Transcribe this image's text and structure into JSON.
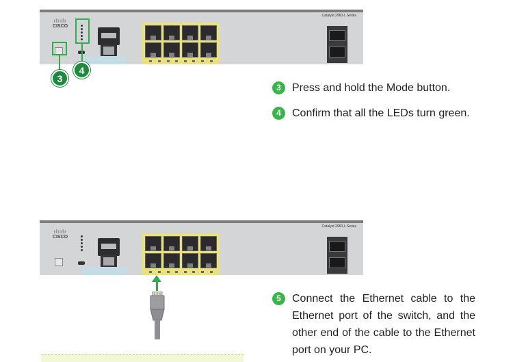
{
  "switch": {
    "brand_bars": "ılıılı",
    "brand_name": "CISCO",
    "series_label": "Catalyst 2960-L Series"
  },
  "callouts": {
    "mode_button_number": "3",
    "leds_number": "4"
  },
  "steps": [
    {
      "number": "3",
      "text": "Press and hold the Mode button."
    },
    {
      "number": "4",
      "text": "Confirm that all the LEDs turn green."
    },
    {
      "number": "5",
      "text": "Connect the Ethernet cable to the Ethernet port of the switch, and the other end of the cable to the Ethernet port on your PC."
    }
  ],
  "colors": {
    "step_green": "#3ab54a",
    "callout_green": "#1e8a3d",
    "port_frame_yellow": "#e9e17f",
    "chassis_gray": "#d4d5d7"
  },
  "icons": [
    "cisco-logo-icon",
    "ethernet-cable-icon",
    "arrow-up-icon"
  ]
}
